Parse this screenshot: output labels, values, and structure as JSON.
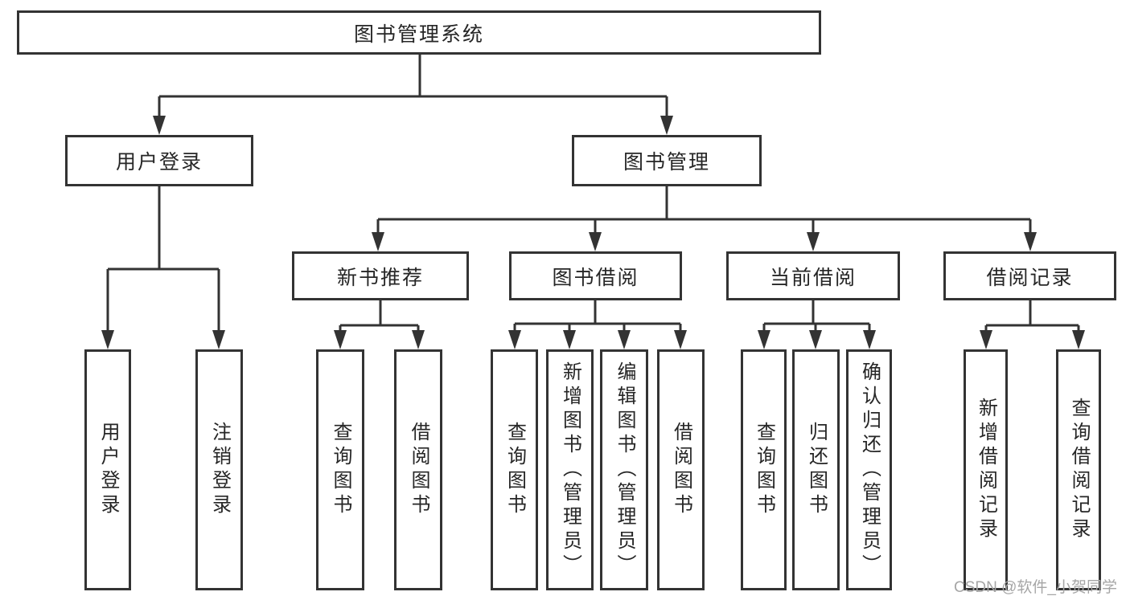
{
  "diagram": {
    "root": {
      "label": "图书管理系统"
    },
    "branches": [
      {
        "label": "用户登录",
        "children": [
          {
            "label": "用户登录"
          },
          {
            "label": "注销登录"
          }
        ]
      },
      {
        "label": "图书管理",
        "children": [
          {
            "label": "新书推荐",
            "children": [
              {
                "label": "查询图书"
              },
              {
                "label": "借阅图书"
              }
            ]
          },
          {
            "label": "图书借阅",
            "children": [
              {
                "label": "查询图书"
              },
              {
                "label": "新增图书（管理员）"
              },
              {
                "label": "编辑图书（管理员）"
              },
              {
                "label": "借阅图书"
              }
            ]
          },
          {
            "label": "当前借阅",
            "children": [
              {
                "label": "查询图书"
              },
              {
                "label": "归还图书"
              },
              {
                "label": "确认归还（管理员）"
              }
            ]
          },
          {
            "label": "借阅记录",
            "children": [
              {
                "label": "新增借阅记录"
              },
              {
                "label": "查询借阅记录"
              }
            ]
          }
        ]
      }
    ]
  },
  "watermark": {
    "text": "CSDN @软件_小贺同学"
  },
  "colors": {
    "line": "#333333",
    "text": "#262626",
    "watermark": "#a6a6a6",
    "background": "#ffffff"
  }
}
